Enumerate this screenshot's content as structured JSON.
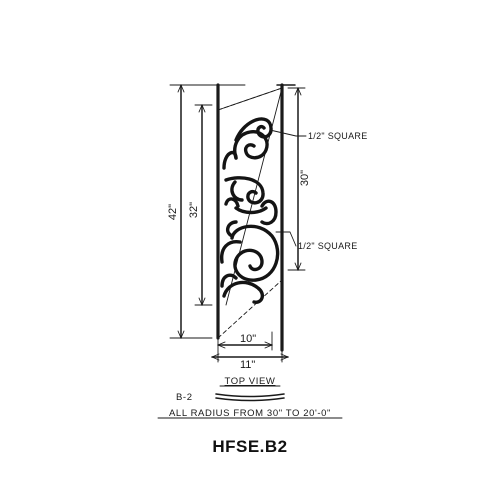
{
  "dimensions": {
    "overall_height": "42\"",
    "inner_height": "32\"",
    "right_height": "30\"",
    "inner_width": "10\"",
    "outer_width": "11\""
  },
  "callouts": {
    "top_square": "1/2\" SQUARE",
    "middle_square": "1/2\" SQUARE"
  },
  "top_view": {
    "title": "TOP VIEW",
    "label": "B-2"
  },
  "note": "ALL RADIUS FROM 30\" TO 20'-0\"",
  "model_code": "HFSE.B2"
}
